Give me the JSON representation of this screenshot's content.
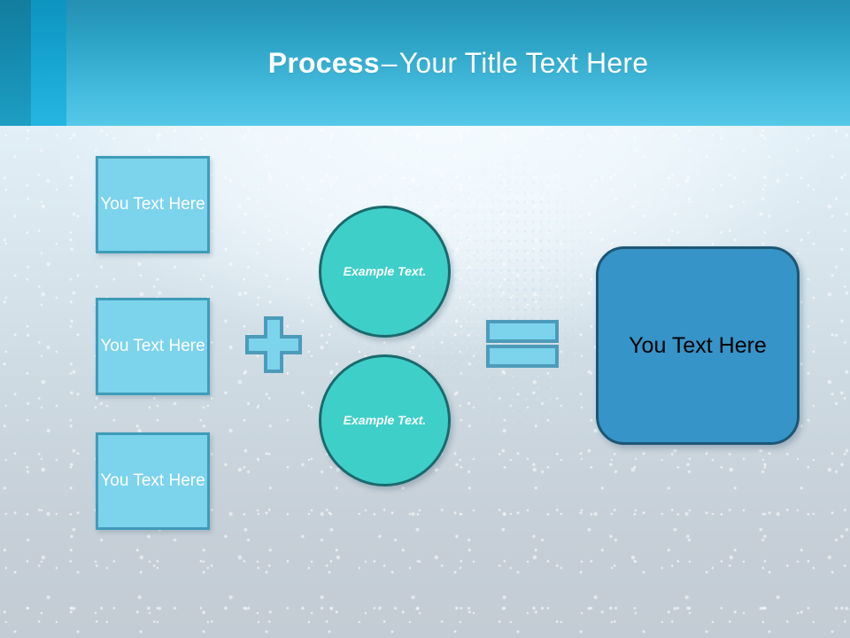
{
  "slide": {
    "header": {
      "title_strong": "Process",
      "title_separator": "–",
      "title_rest": "Your Title Text Here",
      "band_dark_color": "#137d9e",
      "band_bright_color": "#15a3cf",
      "gradient_from": "#2390b4",
      "gradient_to": "#56c8e8",
      "title_color": "#ffffff"
    },
    "inputs": {
      "label": "You Text Here",
      "fill_color": "#7cd3ec",
      "border_color": "#3f9cb9",
      "text_color": "#ffffff",
      "boxes": [
        {
          "text": "You Text Here"
        },
        {
          "text": "You Text Here"
        },
        {
          "text": "You Text Here"
        }
      ]
    },
    "circles": {
      "fill_color": "#3fcfc9",
      "border_color": "#1a6a6d",
      "text_color": "#ffffff",
      "items": [
        {
          "text": "Example Text."
        },
        {
          "text": "Example Text."
        }
      ]
    },
    "operators": {
      "plus": "+",
      "equals": "=",
      "fill_color": "#7cd3ec",
      "border_color": "#4d9bba"
    },
    "result": {
      "text": "You Text Here",
      "fill_color": "#3694c8",
      "border_color": "#1d5674",
      "text_color": "#000000"
    },
    "background": {
      "top_color": "#e3f4fc",
      "bottom_color": "#c3ccd4"
    }
  }
}
